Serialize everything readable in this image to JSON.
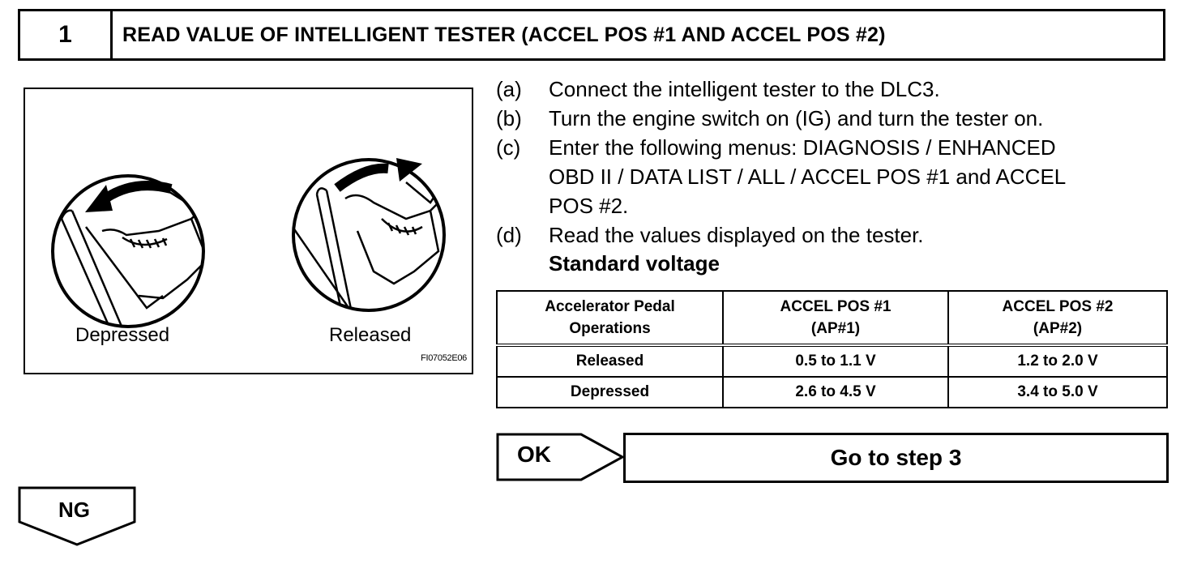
{
  "header": {
    "step_number": "1",
    "title": "READ VALUE OF INTELLIGENT TESTER (ACCEL POS #1 AND ACCEL POS #2)"
  },
  "illustration": {
    "label_depressed": "Depressed",
    "label_released": "Released",
    "figure_id": "FI07052E06"
  },
  "steps": [
    {
      "letter": "(a)",
      "text": "Connect the intelligent tester to the DLC3."
    },
    {
      "letter": "(b)",
      "text": "Turn the engine switch on (IG) and turn the tester on."
    },
    {
      "letter": "(c)",
      "text": "Enter the following menus: DIAGNOSIS / ENHANCED OBD II / DATA LIST / ALL / ACCEL POS #1 and ACCEL POS #2."
    },
    {
      "letter": "(d)",
      "text": "Read the values displayed on the tester."
    }
  ],
  "standard_label": "Standard voltage",
  "table": {
    "headers": [
      {
        "line1": "Accelerator Pedal",
        "line2": "Operations"
      },
      {
        "line1": "ACCEL POS #1",
        "line2": "(AP#1)"
      },
      {
        "line1": "ACCEL POS #2",
        "line2": "(AP#2)"
      }
    ],
    "rows": [
      [
        "Released",
        "0.5 to 1.1 V",
        "1.2 to 2.0 V"
      ],
      [
        "Depressed",
        "2.6 to 4.5 V",
        "3.4 to 5.0 V"
      ]
    ]
  },
  "ok": {
    "label": "OK",
    "goto": "Go to step 3"
  },
  "ng": {
    "label": "NG"
  }
}
